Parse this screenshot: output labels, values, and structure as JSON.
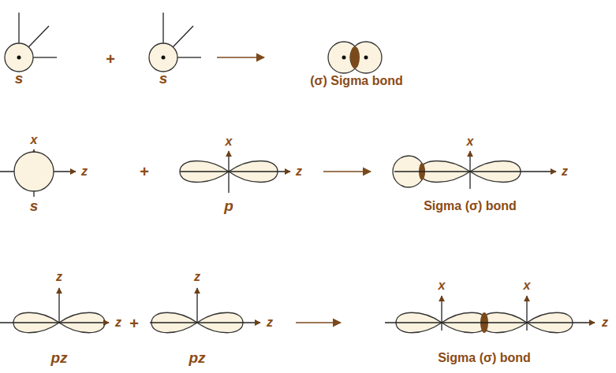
{
  "diagram": {
    "labels": [
      "s",
      "+",
      "s",
      "(σ) Sigma bond",
      "x",
      "z",
      "s",
      "+",
      "x",
      "z",
      "p",
      "x",
      "z",
      "Sigma (σ) bond",
      "z",
      "z",
      "pz",
      "+",
      "z",
      "z",
      "pz",
      "x",
      "x",
      "z",
      "Sigma (σ) bond"
    ]
  }
}
